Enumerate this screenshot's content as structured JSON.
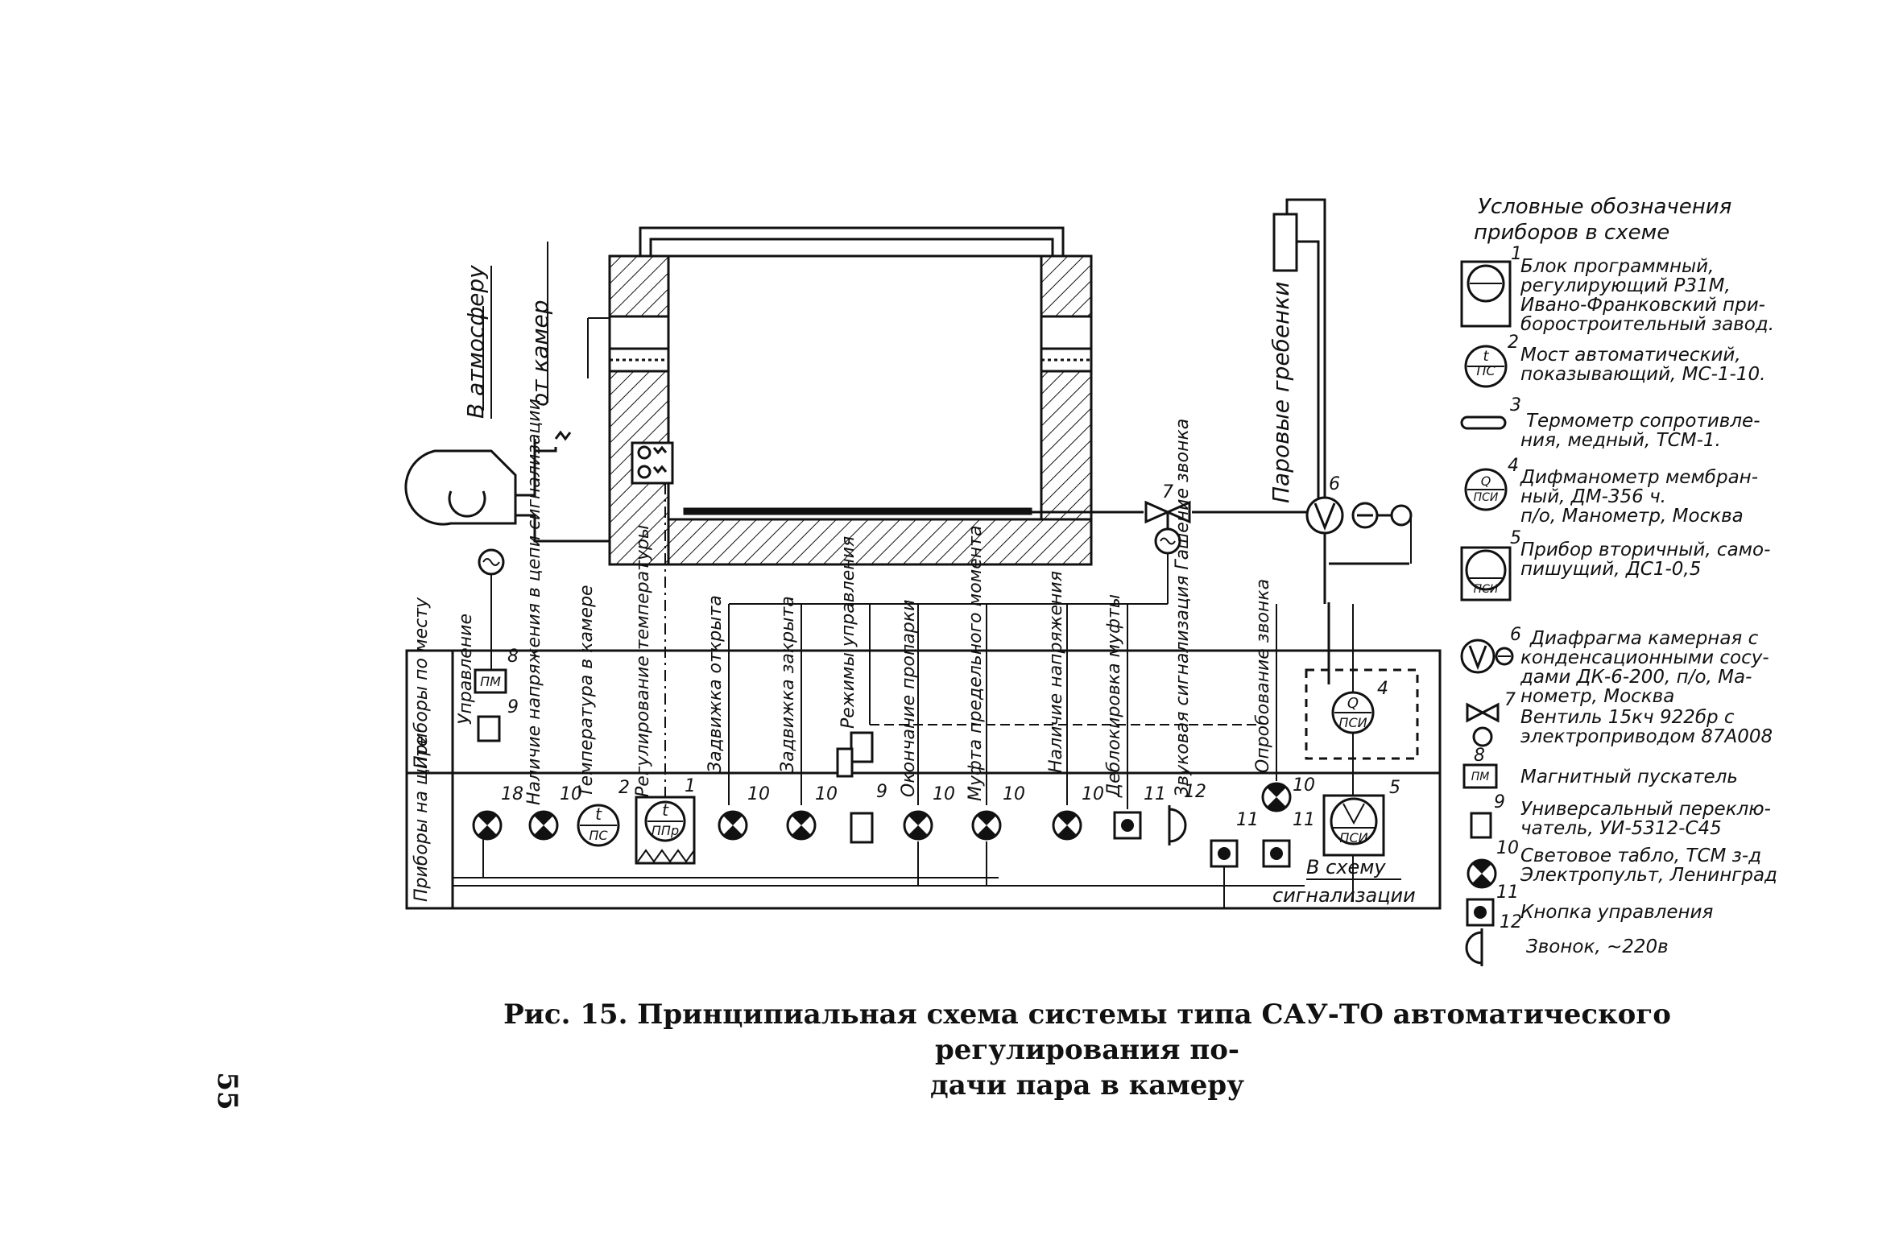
{
  "figure": {
    "caption_line1": "Рис. 15. Принципиальная схема системы типа САУ-ТО автоматического регулирования по-",
    "caption_line2": "дачи пара в камеру",
    "page_number": "55"
  },
  "diagram_labels": {
    "to_atmosphere": "В атмосферу",
    "from_chamber": "от камер",
    "steam_combs": "Паровые гребенки",
    "row_local": "Приборы по месту",
    "row_panel": "Приборы на щите",
    "to_signal_1": "В схему",
    "to_signal_2": "сигнализации"
  },
  "vertical_labels": [
    "Управление",
    "Наличие напряжения в цепи сигнализации",
    "Температура в камере",
    "Регулирование температуры",
    "Задвижка открыта",
    "Задвижка закрыта",
    "Режимы управления",
    "Окончание пропарки",
    "Муфта предельного момента",
    "Наличие напряжения",
    "Деблокировка муфты",
    "Звуковая сигнализация Гашение звонка",
    "Опробование звонка"
  ],
  "instrument_glyphs": {
    "ps": "ПС",
    "t": "t",
    "ppr": "ППр",
    "psi": "ПСИ",
    "q": "Q",
    "pm": "ПМ",
    "v": "V"
  },
  "positions": [
    "18",
    "10",
    "2",
    "1",
    "10",
    "10",
    "9",
    "10",
    "10",
    "10",
    "11",
    "12",
    "10",
    "11",
    "11",
    "5",
    "4",
    "8",
    "9",
    "6",
    "7"
  ],
  "legend": {
    "title1": "Условные обозначения",
    "title2": "приборов в схеме",
    "items": [
      {
        "num": "1",
        "lines": [
          "Блок программный,",
          "регулирующий Р31М,",
          "Ивано-Франковский при-",
          "боростроительный завод."
        ]
      },
      {
        "num": "2",
        "lines": [
          "Мост автоматический,",
          "показывающий, МС-1-10."
        ]
      },
      {
        "num": "3",
        "lines": [
          "Термометр сопротивле-",
          "ния, медный, ТСМ-1."
        ]
      },
      {
        "num": "4",
        "lines": [
          "Дифманометр мембран-",
          "ный, ДМ-356 ч.",
          "п/о, Манометр, Москва"
        ]
      },
      {
        "num": "5",
        "lines": [
          "Прибор вторичный, само-",
          "пишущий, ДС1-0,5"
        ]
      },
      {
        "num": "6",
        "lines": [
          "Диафрагма камерная с",
          "конденсационными сосу-",
          "дами ДК-6-200, п/о, Ма-",
          "нометр, Москва"
        ]
      },
      {
        "num": "7",
        "lines": [
          "Вентиль 15кч 922бр с",
          "электроприводом 87А008"
        ]
      },
      {
        "num": "8",
        "lines": [
          "Магнитный пускатель"
        ]
      },
      {
        "num": "9",
        "lines": [
          "Универсальный переклю-",
          "чатель, УИ-5312-С45"
        ]
      },
      {
        "num": "10",
        "lines": [
          "Световое табло, ТСМ з-д",
          "Электропульт, Ленинград"
        ]
      },
      {
        "num": "11",
        "lines": [
          "Кнопка управления"
        ]
      },
      {
        "num": "12",
        "lines": [
          "Звонок, ~220в"
        ]
      }
    ]
  },
  "colors": {
    "ink": "#111111",
    "paper": "#ffffff"
  }
}
